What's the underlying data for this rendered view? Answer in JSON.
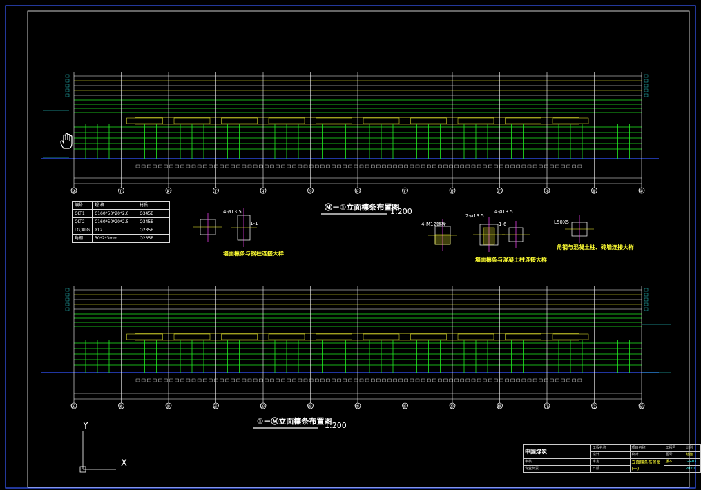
{
  "viewer": {
    "background": "#000000",
    "frame_color": "#3a5cff",
    "line_colors": {
      "green": "#22ee22",
      "yellow": "#ffff33",
      "white": "#ffffff",
      "magenta": "#ff44ff",
      "blue": "#3355ff",
      "cyan": "#33ffff",
      "red": "#ff3333"
    }
  },
  "drawing": {
    "elevation_top": {
      "title": "Ⓜ－①立面檩条布置图",
      "scale": "1:200"
    },
    "elevation_bottom": {
      "title": "①－Ⓜ立面檩条布置图",
      "scale": "1:200"
    },
    "axis_labels_top": [
      "Ⓜ",
      "Ⓛ",
      "Ⓚ",
      "Ⓙ",
      "Ⓗ",
      "Ⓖ",
      "Ⓕ",
      "Ⓔ",
      "Ⓓ",
      "Ⓒ",
      "Ⓑ",
      "Ⓐ",
      "①"
    ],
    "axis_labels_bottom": [
      "①",
      "②",
      "③",
      "④",
      "⑤",
      "⑥",
      "⑦",
      "⑧",
      "⑨",
      "⑩",
      "⑪",
      "⑫",
      "Ⓜ"
    ],
    "detail_captions": [
      "墙面檩条与钢柱连接大样",
      "墙面檩条与混凝土柱连接大样",
      "角钢与混凝土柱、砖墙连接大样"
    ],
    "detail_marks": [
      "4-ø13.5",
      "4-M12螺栓",
      "2-ø13.5",
      "4-ø13.5",
      "L50X5",
      "1-1",
      "1-6"
    ],
    "legend": {
      "headers": [
        "编号",
        "规 格",
        "材质"
      ],
      "rows": [
        [
          "QLT1",
          "C160*50*20*2.0",
          "Q345B"
        ],
        [
          "QLT2",
          "C160*50*20*2.5",
          "Q345B"
        ],
        [
          "LG,XLG",
          "ø12",
          "Q235B"
        ],
        [
          "角钢",
          "30*2*3mm",
          "Q235B"
        ]
      ]
    },
    "title_block": {
      "company": "中国煤炭",
      "sheet_name": "立面檩条布置图(一)",
      "cells": [
        "工程名称",
        "项目名称",
        "工程号",
        "设计",
        "校对",
        "审核",
        "审定",
        "专业负责",
        "日期",
        "图号",
        "比例",
        "版本",
        "结施",
        "GS-03",
        "2020"
      ]
    },
    "ucs": {
      "y": "Y",
      "x": "X"
    },
    "cursor": "hand-cursor-icon"
  }
}
